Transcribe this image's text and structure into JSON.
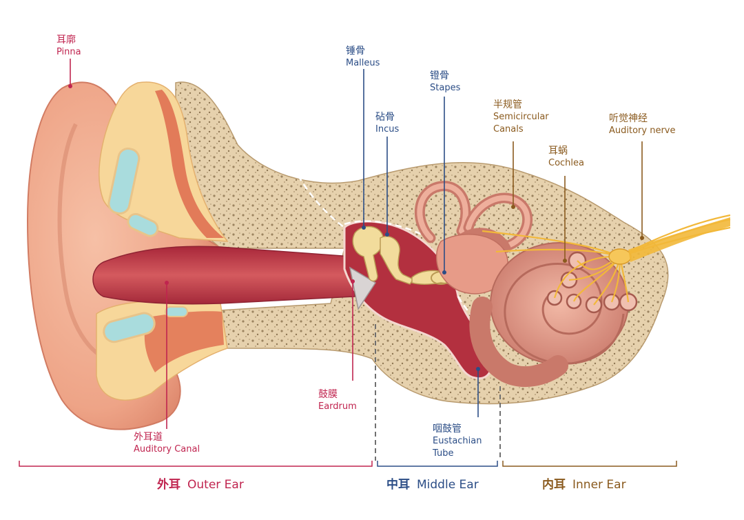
{
  "labels": {
    "pinna": {
      "zh": "耳廓",
      "en": "Pinna"
    },
    "malleus": {
      "zh": "锤骨",
      "en": "Malleus"
    },
    "incus": {
      "zh": "砧骨",
      "en": "Incus"
    },
    "stapes": {
      "zh": "镫骨",
      "en": "Stapes"
    },
    "semicircular": {
      "zh": "半规管",
      "en1": "Semicircular",
      "en2": "Canals"
    },
    "cochlea": {
      "zh": "耳蜗",
      "en": "Cochlea"
    },
    "nerve": {
      "zh": "听觉神经",
      "en": "Auditory nerve"
    },
    "eardrum": {
      "zh": "鼓膜",
      "en": "Eardrum"
    },
    "canal": {
      "zh": "外耳道",
      "en": "Auditory Canal"
    },
    "eustachian": {
      "zh": "咽鼓管",
      "en1": "Eustachian",
      "en2": "Tube"
    }
  },
  "sections": {
    "outer": {
      "zh": "外耳",
      "en": "Outer Ear"
    },
    "middle": {
      "zh": "中耳",
      "en": "Middle Ear"
    },
    "inner": {
      "zh": "内耳",
      "en": "Inner Ear"
    }
  },
  "colors": {
    "outer": "#c0244f",
    "middle": "#2b4d86",
    "inner": "#8a5a1e",
    "skin": "#f1a98c",
    "bone": "#e7d3b0",
    "canal": "#b83a46"
  }
}
